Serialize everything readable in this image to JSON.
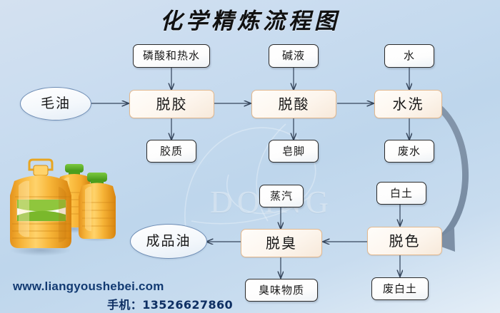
{
  "page": {
    "title": "化学精炼流程图",
    "background_color": "#c8dcef",
    "watermark_text": "DOING"
  },
  "colors": {
    "process_border": "#e3b98f",
    "process_fill": "#fdf6ee",
    "material_border": "#2b2b2b",
    "material_fill": "#ffffff",
    "terminal_border": "#6d8cb4",
    "connector": "#3a4a60",
    "recycle_arrow": "#7d8fa5",
    "footer_text": "#123a72"
  },
  "flow": {
    "terminals": [
      {
        "id": "crude-oil",
        "label": "毛油"
      },
      {
        "id": "finished-oil",
        "label": "成品油"
      }
    ],
    "processes": [
      {
        "id": "degumming",
        "label": "脱胶"
      },
      {
        "id": "deacidification",
        "label": "脱酸"
      },
      {
        "id": "water-washing",
        "label": "水洗"
      },
      {
        "id": "decolorization",
        "label": "脱色"
      },
      {
        "id": "deodorization",
        "label": "脱臭"
      }
    ],
    "inputs": [
      {
        "id": "phosphoric-acid-hot-water",
        "label": "磷酸和热水",
        "into": "脱胶"
      },
      {
        "id": "alkali-solution",
        "label": "碱液",
        "into": "脱酸"
      },
      {
        "id": "water",
        "label": "水",
        "into": "水洗"
      },
      {
        "id": "bleaching-clay",
        "label": "白土",
        "into": "脱色"
      },
      {
        "id": "steam",
        "label": "蒸汽",
        "into": "脱臭"
      }
    ],
    "outputs": [
      {
        "id": "gum",
        "label": "胶质",
        "from": "脱胶"
      },
      {
        "id": "soapstock",
        "label": "皂脚",
        "from": "脱酸"
      },
      {
        "id": "wastewater",
        "label": "废水",
        "from": "水洗"
      },
      {
        "id": "spent-clay",
        "label": "废白土",
        "from": "脱色"
      },
      {
        "id": "odor-substances",
        "label": "臭味物质",
        "from": "脱臭"
      }
    ]
  },
  "footer": {
    "website": "www.liangyoushebei.com",
    "phone": "手机：13526627860"
  }
}
